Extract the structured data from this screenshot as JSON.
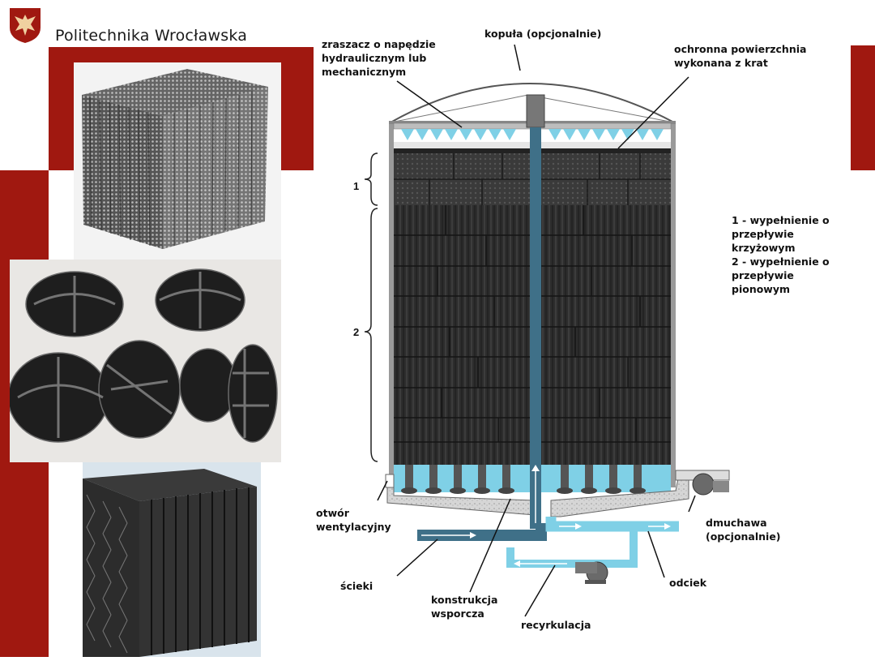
{
  "header": {
    "title": "Politechnika Wrocławska",
    "logo_icon": "eagle-shield-icon"
  },
  "colors": {
    "brand_red": "#a01810",
    "water": "#7fd0e6",
    "pipe_dark": "#3f7088",
    "media_dark": "#2a2a2a"
  },
  "photos": [
    {
      "name": "tubular-mesh-media-photo"
    },
    {
      "name": "random-plastic-media-photo"
    },
    {
      "name": "corrugated-sheet-media-photo"
    }
  ],
  "diagram": {
    "labels": {
      "sprayer": [
        "zraszacz o napędzie",
        "hydraulicznym lub",
        "mechanicznym"
      ],
      "dome": "kopuła (opcjonalnie)",
      "protective_surface": [
        "ochronna powierzchnia",
        "wykonana z krat"
      ],
      "legend": [
        "1 - wypełnienie o",
        "przepływie",
        "krzyżowym",
        "2 - wypełnienie o",
        "przepływie",
        "pionowym"
      ],
      "vent": [
        "otwór",
        "wentylacyjny"
      ],
      "blower": [
        "dmuchawa",
        "(opcjonalnie)"
      ],
      "wastewater": "ścieki",
      "support": [
        "konstrukcja",
        "wsporcza"
      ],
      "recirculation": "recyrkulacja",
      "effluent": "odciek",
      "zone1": "1",
      "zone2": "2"
    }
  }
}
